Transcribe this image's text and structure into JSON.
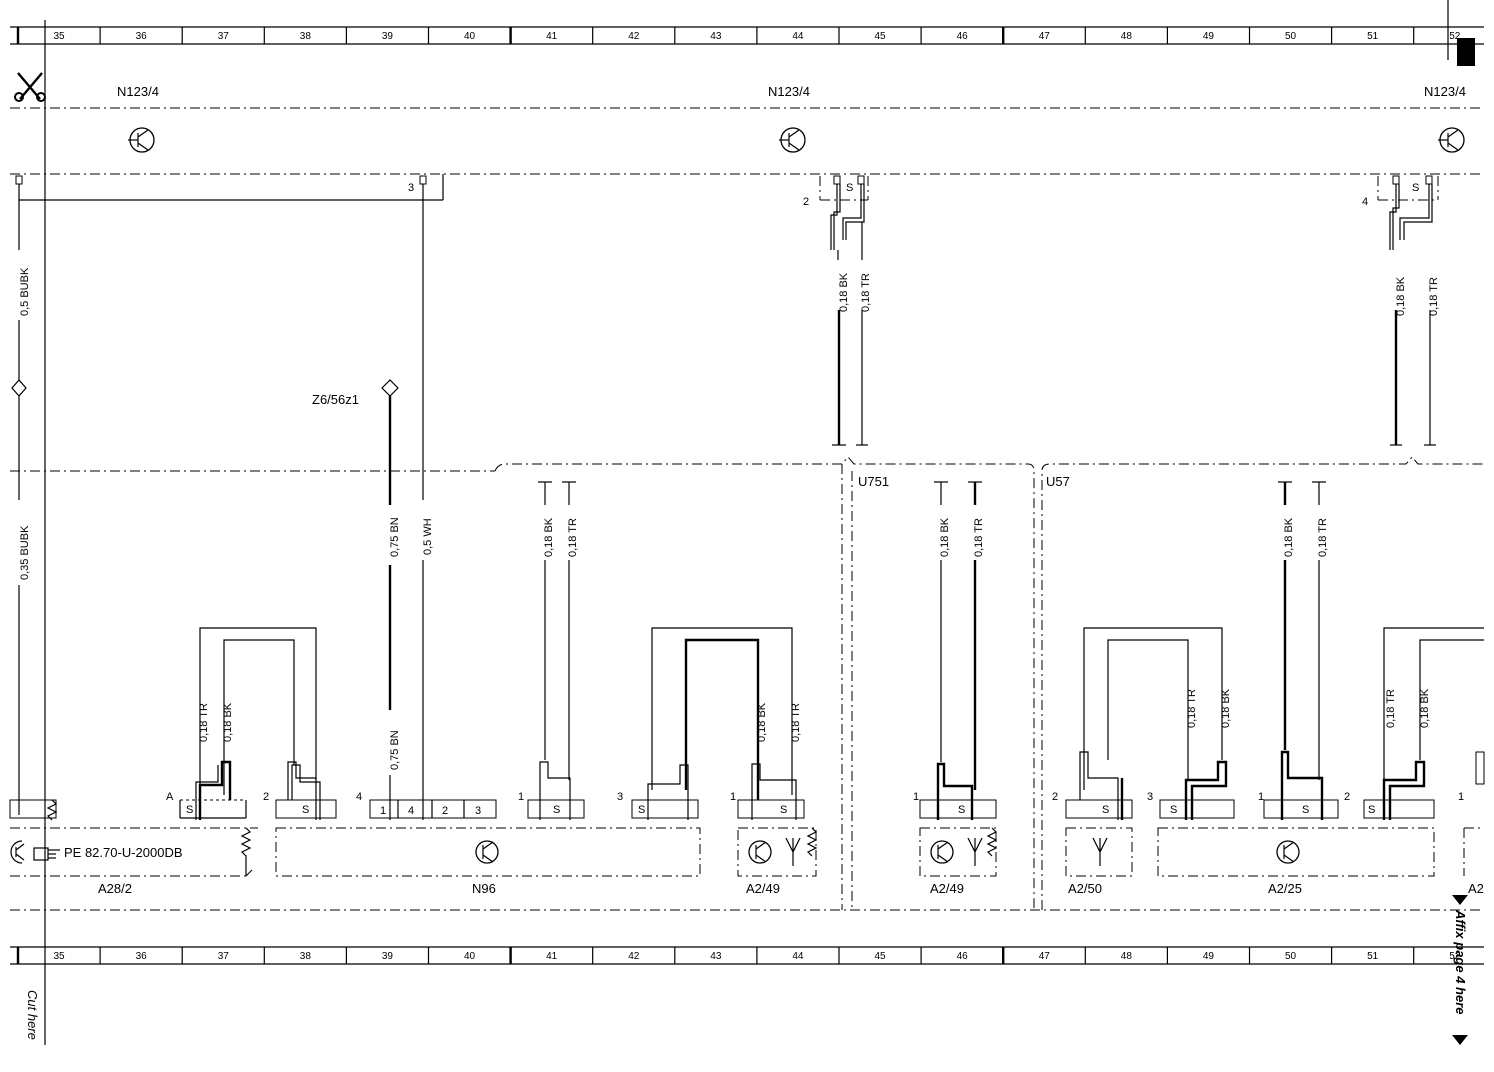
{
  "grid": {
    "columns": [
      "35",
      "36",
      "37",
      "38",
      "39",
      "40",
      "41",
      "42",
      "43",
      "44",
      "45",
      "46",
      "47",
      "48",
      "49",
      "50",
      "51",
      "52"
    ]
  },
  "labels": {
    "n123_left": "N123/4",
    "n123_mid": "N123/4",
    "n123_right": "N123/4",
    "z6": "Z6/56z1",
    "u751": "U751",
    "u57": "U57",
    "ref": "PE 82.70-U-2000DB",
    "cut_here": "Cut here",
    "affix": "Affix page 4 here"
  },
  "wires": {
    "w05bubk": "0,5 BUBK",
    "w035bubk": "0,35 BUBK",
    "w075bn_top": "0,75 BN",
    "w075bn_bot": "0,75 BN",
    "w05wh": "0,5 WH",
    "w018bk_mid": "0,18 BK",
    "w018tr_mid": "0,18 TR",
    "w018bk_right": "0,18 BK",
    "w018tr_right": "0,18 TR",
    "w018bk_41": "0,18 BK",
    "w018tr_41": "0,18 TR",
    "w018bk_46": "0,18 BK",
    "w018tr_46": "0,18 TR",
    "w018bk_50": "0,18 BK",
    "w018tr_50": "0,18 TR",
    "w018tr_37": "0,18 TR",
    "w018bk_37": "0,18 BK",
    "w018bk_44": "0,18 BK",
    "w018tr_44": "0,18 TR",
    "w018tr_49": "0,18 TR",
    "w018bk_49": "0,18 BK",
    "w018tr_51": "0,18 TR",
    "w018bk_51": "0,18 BK"
  },
  "pins": {
    "p3": "3",
    "p2": "2",
    "p4": "4",
    "pA": "A",
    "p2b": "2",
    "p4b": "4",
    "n96_1": "1",
    "n96_4": "4",
    "n96_2": "2",
    "n96_3": "3",
    "p1_41": "1",
    "p3_42": "3",
    "p1_44": "1",
    "p1_46": "1",
    "p2_48": "2",
    "p3_49": "3",
    "p1_50": "1",
    "p2_51": "2",
    "p1_52": "1",
    "shield": "S"
  },
  "components": {
    "a28": "A28/2",
    "n96": "N96",
    "a249a": "A2/49",
    "a249b": "A2/49",
    "a250": "A2/50",
    "a225": "A2/25",
    "a2r": "A2"
  }
}
